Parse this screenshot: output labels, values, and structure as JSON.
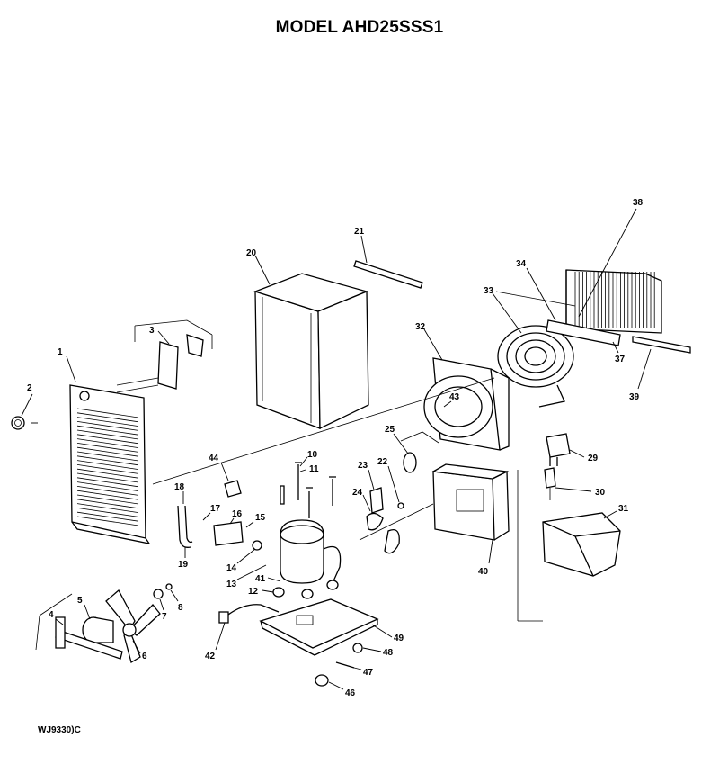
{
  "title": "MODEL AHD25SSS1",
  "footer_code": "WJ9330)C",
  "parts": [
    {
      "id": "1"
    },
    {
      "id": "2"
    },
    {
      "id": "3"
    },
    {
      "id": "4"
    },
    {
      "id": "5"
    },
    {
      "id": "6"
    },
    {
      "id": "7"
    },
    {
      "id": "8"
    },
    {
      "id": "10"
    },
    {
      "id": "11"
    },
    {
      "id": "12"
    },
    {
      "id": "13"
    },
    {
      "id": "14"
    },
    {
      "id": "15"
    },
    {
      "id": "16"
    },
    {
      "id": "17"
    },
    {
      "id": "18"
    },
    {
      "id": "19"
    },
    {
      "id": "20"
    },
    {
      "id": "21"
    },
    {
      "id": "22"
    },
    {
      "id": "23"
    },
    {
      "id": "24"
    },
    {
      "id": "25"
    },
    {
      "id": "29"
    },
    {
      "id": "30"
    },
    {
      "id": "31"
    },
    {
      "id": "32"
    },
    {
      "id": "33"
    },
    {
      "id": "34"
    },
    {
      "id": "37"
    },
    {
      "id": "38"
    },
    {
      "id": "39"
    },
    {
      "id": "40"
    },
    {
      "id": "41"
    },
    {
      "id": "42"
    },
    {
      "id": "43"
    },
    {
      "id": "44"
    },
    {
      "id": "46"
    },
    {
      "id": "47"
    },
    {
      "id": "48"
    },
    {
      "id": "49"
    }
  ]
}
